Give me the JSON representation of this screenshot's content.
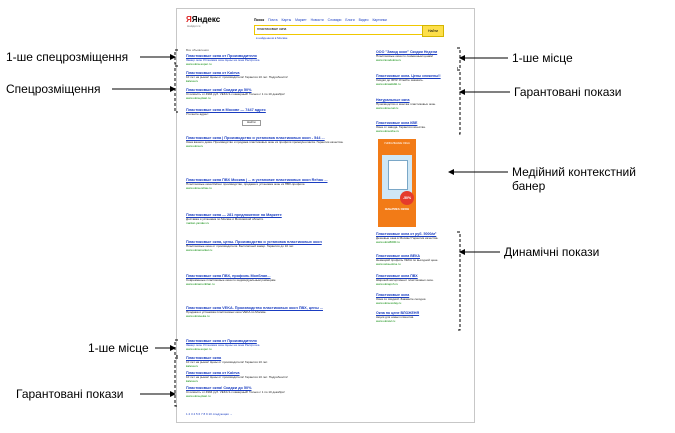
{
  "serp": {
    "logo": "Яндекс",
    "logo_sub": "Найдётся",
    "tabs": [
      "Поиск",
      "Почта",
      "Карты",
      "Маркет",
      "Новости",
      "Словари",
      "Блоги",
      "Видео",
      "Картинки"
    ],
    "query": "пластиковые окна",
    "search_button": "Найти",
    "search_options": "в найденном   в Москве",
    "found_text": "Все объявления",
    "pager": "1  2  3  4  5  6  7  8  9  10  следующая →",
    "banner": {
      "top_text": "УНИКАЛЬНЫЕ ОКНА",
      "brand": "ФАБРИКА ОКОН",
      "discount": "-50%"
    },
    "results": [
      {
        "title": "Пластиковые окна от Производителя",
        "snippet": "Замер окон   Установка окон   Цены на окна   Рассрочка",
        "url": "www.okna-super.ru"
      },
      {
        "title": "Пластиковые окна от Kaleva",
        "snippet": "10 лет на рынке! Цены от производителя! Гарантия 10 лет. Подробности!",
        "url": "kaleva.ru"
      },
      {
        "title": "Пластиковые окна! Скидки до 50%",
        "snippet": "Стоимость от 4994 руб. VEKA 3-х камерный! Только с 1 по 10 декабря!",
        "url": "www.okna-plast.ru"
      }
    ],
    "map_result": {
      "title": "Пластиковые окна в Москве — 7447 адрес",
      "snippet": "Уточните адрес:",
      "button": "Найти"
    },
    "organic": [
      {
        "title": "Пластиковые окна | Производство и установка пластиковых окон - 544 ...",
        "snippet": "Окна вашего дома. Производство и продажа пластиковых окон из профиля премиум-класса. Гарантия качества.",
        "url": "www.okna.ru"
      },
      {
        "title": "Пластиковые окна ПВХ Москва | ... в установке пластиковых окон Rehau ...",
        "snippet": "Пластиковые окна Rehau: производство, продажа и установка окон из ПВХ-профиля.",
        "url": "www.okna-rehau.ru"
      },
      {
        "title": "Пластиковые окна — 281 предложение на Маркете",
        "snippet": "Доставка и установка по Москве и Московской области.",
        "url": "market.yandex.ru"
      },
      {
        "title": "Пластиковые окна, цены. Производство и установка пластиковых окон",
        "snippet": "Пластиковые окна от производителя. Бесплатный замер. Гарантия до 10 лет.",
        "url": "www.oknamarket.ru"
      },
      {
        "title": "Пластиковые окна ПВХ, профиль Монблан...",
        "snippet": "Современные пластиковые окна по индивидуальным размерам.",
        "url": "www.oknamonblan.ru"
      },
      {
        "title": "Пластиковые окна VEKA. Производство пластиковых окон ПВХ, цены ...",
        "snippet": "Продажа и установка пластиковых окон VEKA по Москве.",
        "url": "www.oknaveka.ru"
      }
    ],
    "bottom_results": [
      {
        "title": "Пластиковые окна от Производителя",
        "snippet": "Замер окон   Установка окон   Цены на окна   Рассрочка",
        "url": "www.okna-super.ru"
      },
      {
        "title": "Пластиковые окна",
        "snippet": "10 лет на рынке! Цены от производителя! Гарантия 10 лет.",
        "url": "kaleva.ru"
      },
      {
        "title": "Пластиковые окна от Kaleva",
        "snippet": "10 лет на рынке! Цены от производителя! Гарантия 10 лет. Подробности!",
        "url": "kaleva.ru"
      },
      {
        "title": "Пластиковые окна! Скидки до 50%",
        "snippet": "Стоимость от 4994 руб. VEKA 3-х камерный! Только с 1 по 10 декабря!",
        "url": "www.okna-plast.ru"
      }
    ],
    "right_ads_top": [
      {
        "title": "ООО \"Завод окон\" Скидки Недели",
        "snippet": "Пластиковые окна по сниженным ценам!",
        "url": "www.zavodokna.ru"
      },
      {
        "title": "Пластиковые окна. Цены снижены!!",
        "snippet": "Скидки до 30%! Успейте заказать.",
        "url": "www.oknaskidki.ru"
      },
      {
        "title": "Натуральные окна",
        "snippet": "Производство и монтаж пластиковых окон.",
        "url": "www.okna-nat.ru"
      },
      {
        "title": "Пластиковые окна КВЕ",
        "snippet": "Окна от завода. Гарантия качества.",
        "url": "www.okna-kbe.ru"
      }
    ],
    "right_ads_bottom": [
      {
        "title": "Пластиковые окна от руб. 5000/м²",
        "snippet": "Дешевые окна в Москве! Гарантия качества.",
        "url": "www.okna5000.ru"
      },
      {
        "title": "Пластиковые окна ВЕКА",
        "snippet": "Немецкий профиль VEKA по выгодной цене.",
        "url": "www.veka-okna.ru"
      },
      {
        "title": "Пластиковые окна ПВХ",
        "snippet": "Широкий ассортимент пластиковых окон.",
        "url": "www.oknapvh.ru"
      },
      {
        "title": "Пластиковые окна",
        "snippet": "Окна со скидкой. Закажите сегодня.",
        "url": "www.okna-today.ru"
      },
      {
        "title": "Окна по цене ВЛОЖЕНЯ",
        "snippet": "Акция для новых клиентов.",
        "url": "www.oknavl.ru"
      }
    ]
  },
  "annotations": {
    "premium_first": "1-ше спецрозміщення",
    "premium": "Спецрозміщення",
    "bottom_first": "1-ше місце",
    "bottom_guaranteed": "Гарантовані покази",
    "right_first": "1-ше місце",
    "right_guaranteed": "Гарантовані покази",
    "media_banner": "Медійний контекстний\nбанер",
    "dynamic": "Динамічні покази"
  }
}
